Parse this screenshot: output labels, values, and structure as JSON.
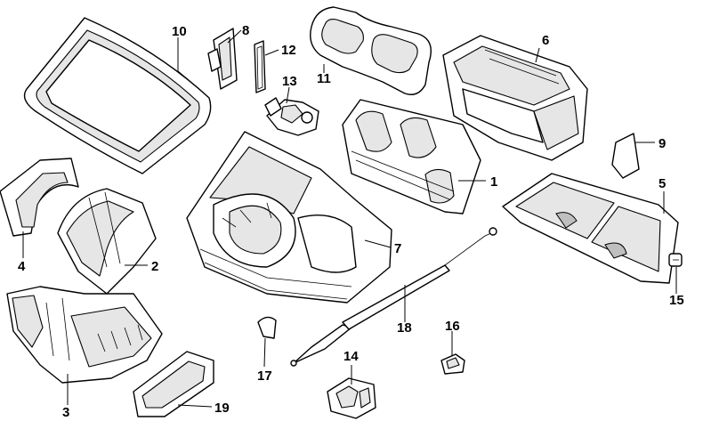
{
  "colors": {
    "background": "#ffffff",
    "line": "#000000",
    "shade": "#e6e6e6"
  },
  "callouts": {
    "c1": "1",
    "c2": "2",
    "c3": "3",
    "c4": "4",
    "c5": "5",
    "c6": "6",
    "c7": "7",
    "c8": "8",
    "c9": "9",
    "c10": "10",
    "c11": "11",
    "c12": "12",
    "c13": "13",
    "c14": "14",
    "c15": "15",
    "c16": "16",
    "c17": "17",
    "c18": "18",
    "c19": "19"
  }
}
